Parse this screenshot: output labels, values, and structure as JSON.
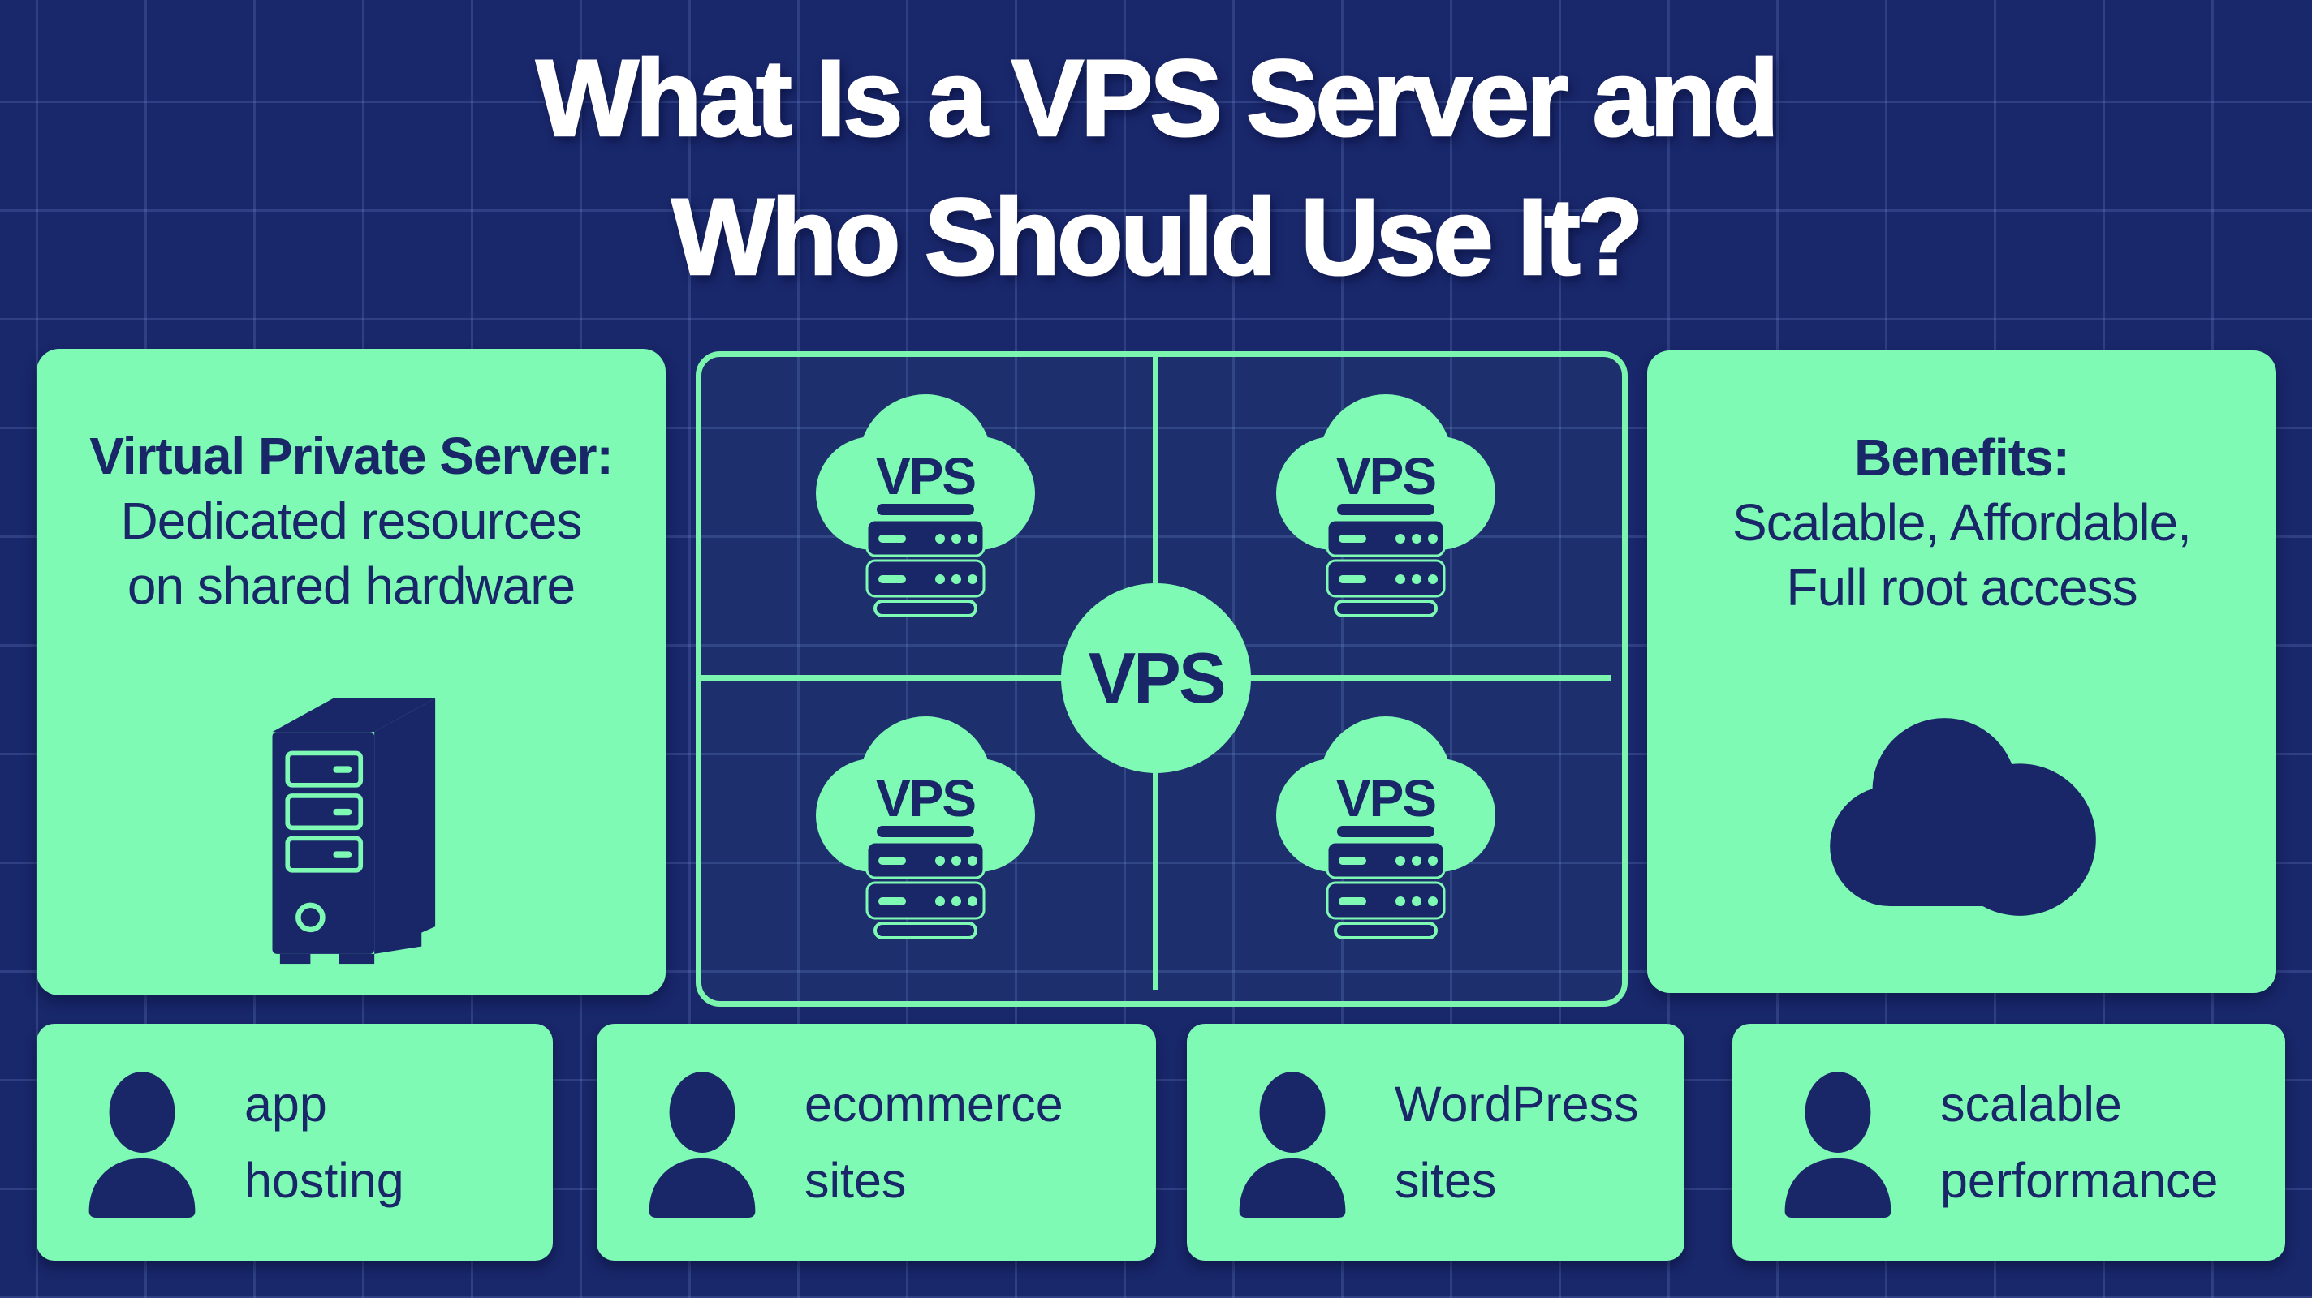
{
  "title": {
    "line1": "What Is a VPS Server and",
    "line2": "Who Should Use It?"
  },
  "left_panel": {
    "heading": "Virtual Private Server:",
    "body_line1": "Dedicated resources",
    "body_line2": "on shared hardware",
    "icon": "server-tower-icon"
  },
  "center_panel": {
    "hub_label": "VPS",
    "clouds": [
      {
        "label": "VPS"
      },
      {
        "label": "VPS"
      },
      {
        "label": "VPS"
      },
      {
        "label": "VPS"
      }
    ],
    "cloud_icon": "vps-cloud-server-icon"
  },
  "right_panel": {
    "heading": "Benefits:",
    "body_line1": "Scalable, Affordable,",
    "body_line2": "Full root access",
    "icon": "cloud-icon"
  },
  "use_cases": [
    {
      "icon": "user-icon",
      "line1": "app",
      "line2": "hosting"
    },
    {
      "icon": "user-icon",
      "line1": "ecommerce",
      "line2": "sites"
    },
    {
      "icon": "user-icon",
      "line1": "WordPress",
      "line2": "sites"
    },
    {
      "icon": "user-icon",
      "line1": "scalable",
      "line2": "performance"
    }
  ],
  "colors": {
    "background_navy": "#19276b",
    "grid_line_blue": "#82a2e1",
    "mint_green": "#7efab4",
    "border_green": "#7cf6ae",
    "ink_navy": "#192668",
    "title_white": "#ffffff"
  }
}
